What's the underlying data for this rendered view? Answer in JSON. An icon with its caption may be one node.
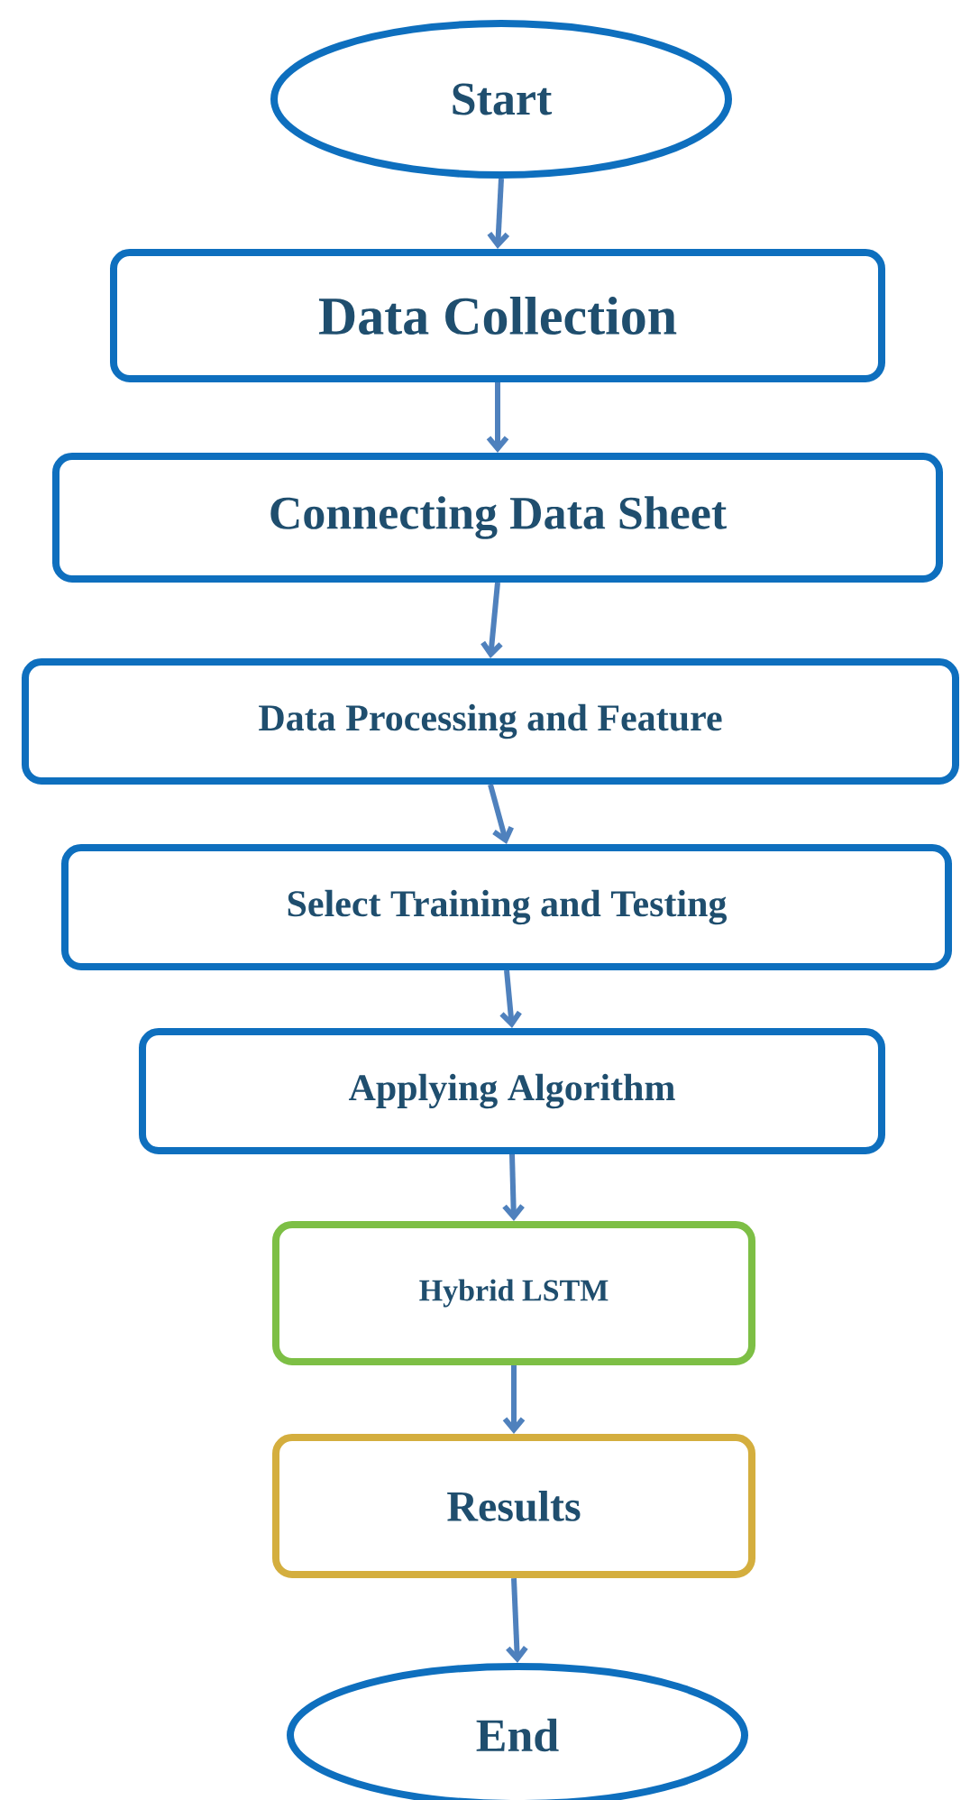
{
  "diagram": {
    "nodes": [
      {
        "text": [
          "Start"
        ]
      },
      {
        "text": [
          "Data Collection"
        ]
      },
      {
        "text": [
          "Connecting Data Sheet"
        ]
      },
      {
        "text": [
          "Data Processing and Feature"
        ]
      },
      {
        "text": [
          "Select Training and Testing"
        ]
      },
      {
        "text": [
          "Applying Algorithm"
        ]
      },
      {
        "text": [
          "Hybrid LSTM"
        ]
      },
      {
        "text": [
          "Results"
        ]
      },
      {
        "text": [
          "End"
        ]
      }
    ],
    "edges": [
      {
        "from": 0,
        "to": 1,
        "arrow": "to"
      },
      {
        "from": 1,
        "to": 2,
        "arrow": "to"
      },
      {
        "from": 2,
        "to": 3,
        "arrow": "to"
      },
      {
        "from": 3,
        "to": 4,
        "arrow": "to"
      },
      {
        "from": 4,
        "to": 5,
        "arrow": "to"
      },
      {
        "from": 5,
        "to": 6,
        "arrow": "to"
      },
      {
        "from": 6,
        "to": 7,
        "arrow": "to"
      },
      {
        "from": 7,
        "to": 8,
        "arrow": "to"
      }
    ]
  }
}
